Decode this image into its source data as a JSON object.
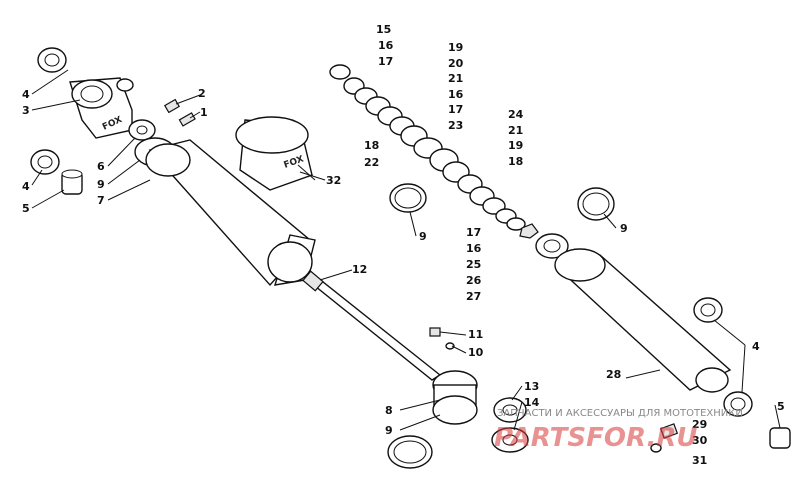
{
  "callouts": {
    "c1": "1",
    "c2": "2",
    "c3": "3",
    "c4a": "4",
    "c4b": "4",
    "c4c": "4",
    "c5a": "5",
    "c5b": "5",
    "c6": "6",
    "c7": "7",
    "c8": "8",
    "c9a": "9",
    "c9b": "9",
    "c9c": "9",
    "c9d": "9",
    "c10": "10",
    "c11": "11",
    "c12": "12",
    "c13": "13",
    "c14": "14",
    "c15": "15",
    "c16a": "16",
    "c16b": "16",
    "c16c": "16",
    "c17a": "17",
    "c17b": "17",
    "c17c": "17",
    "c18a": "18",
    "c18b": "18",
    "c19a": "19",
    "c19b": "19",
    "c20": "20",
    "c21a": "21",
    "c21b": "21",
    "c22": "22",
    "c23": "23",
    "c24": "24",
    "c25": "25",
    "c26": "26",
    "c27": "27",
    "c28": "28",
    "c29": "29",
    "c30": "30",
    "c31": "31",
    "c32": "32"
  },
  "brand_marks": {
    "reservoir_cap": "FOX",
    "spring_clip": "FOX"
  },
  "watermark": {
    "caption": "ЗАПЧАСТИ И АКСЕССУАРЫ ДЛЯ МОТОТЕХНИКИ",
    "logo": "PARTSFOR.RU"
  }
}
